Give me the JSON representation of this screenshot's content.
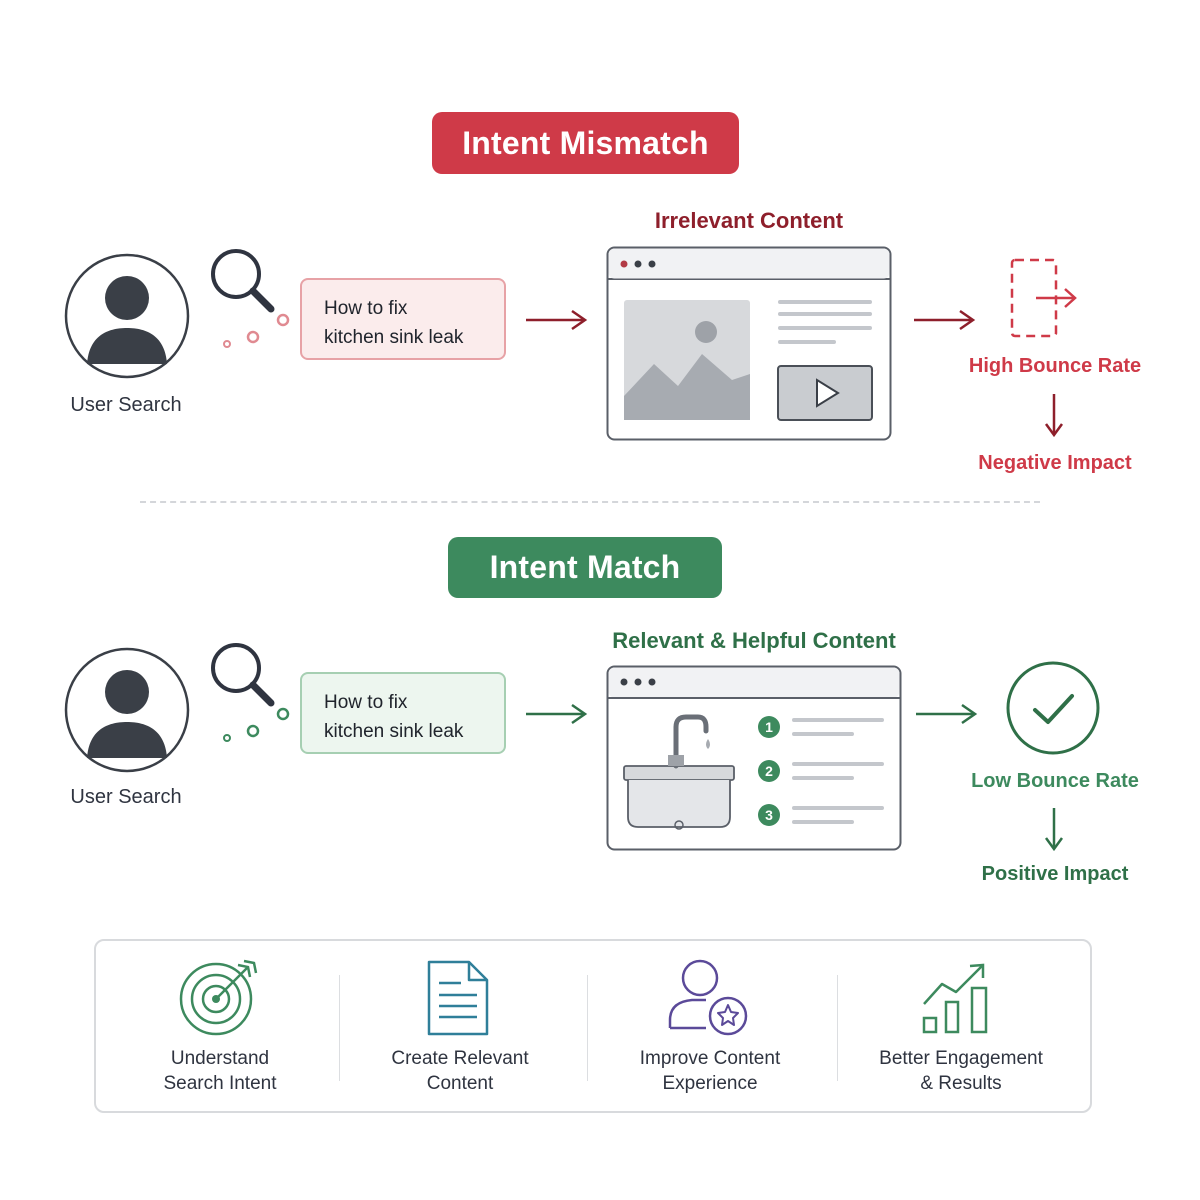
{
  "mismatch": {
    "title": "Intent Mismatch",
    "user_label": "User Search",
    "query_line1": "How to fix",
    "query_line2": "kitchen sink leak",
    "content_heading": "Irrelevant Content",
    "outcome": "High Bounce Rate",
    "impact": "Negative Impact"
  },
  "match": {
    "title": "Intent Match",
    "user_label": "User Search",
    "query_line1": "How to fix",
    "query_line2": "kitchen sink leak",
    "content_heading": "Relevant & Helpful Content",
    "steps": [
      "1",
      "2",
      "3"
    ],
    "outcome": "Low Bounce Rate",
    "impact": "Positive Impact"
  },
  "features": [
    {
      "line1": "Understand",
      "line2": "Search Intent",
      "icon": "target-icon"
    },
    {
      "line1": "Create Relevant",
      "line2": "Content",
      "icon": "document-icon"
    },
    {
      "line1": "Improve Content",
      "line2": "Experience",
      "icon": "user-star-icon"
    },
    {
      "line1": "Better Engagement",
      "line2": "& Results",
      "icon": "growth-chart-icon"
    }
  ],
  "colors": {
    "red": "#cf3a48",
    "dark_red": "#8e1f2b",
    "green": "#3d8a5e",
    "purple": "#5b4a99",
    "teal": "#2f7f99"
  }
}
